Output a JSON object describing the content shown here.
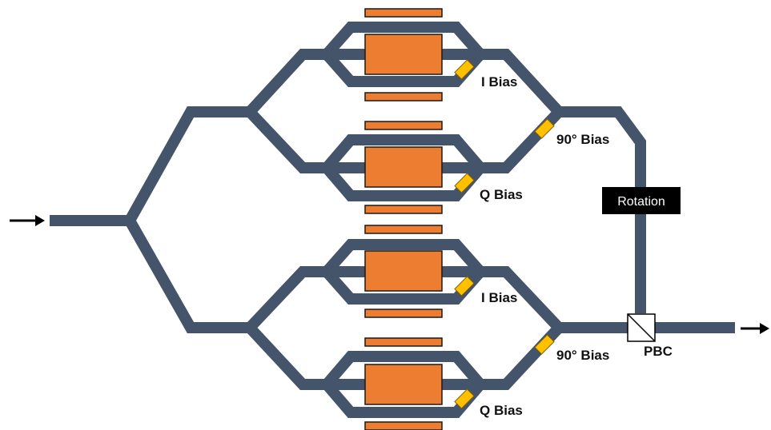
{
  "labels": {
    "i_bias_top": "I Bias",
    "q_bias_top": "Q Bias",
    "i_bias_bottom": "I Bias",
    "q_bias_bottom": "Q Bias",
    "bias_90_top": "90° Bias",
    "bias_90_bottom": "90° Bias",
    "rotation": "Rotation",
    "pbc": "PBC"
  },
  "colors": {
    "waveguide": "#44546a",
    "electrode": "#ed7d31",
    "bias_pad": "#ffc000",
    "rotation_box": "#000000"
  }
}
